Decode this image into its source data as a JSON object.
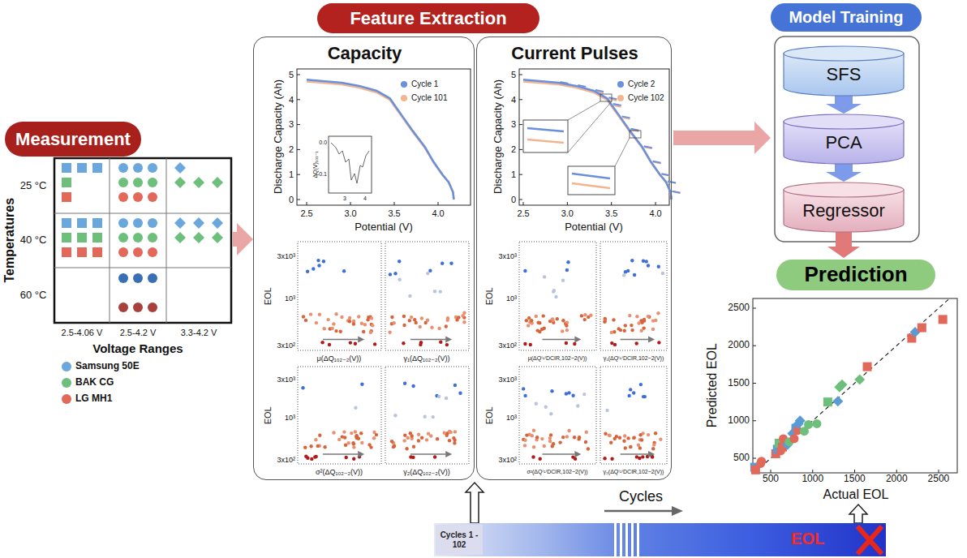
{
  "diagram": {
    "nodes": [
      {
        "text": [
          "Measurement"
        ]
      },
      {
        "text": [
          "Feature Extraction"
        ]
      },
      {
        "text": [
          "Capacity"
        ],
        "in": 1
      },
      {
        "text": [
          "Current Pulses"
        ],
        "in": 1
      },
      {
        "text": [
          "Model Training"
        ]
      },
      {
        "text": [
          "SFS"
        ],
        "in": 4
      },
      {
        "text": [
          "PCA"
        ],
        "in": 4
      },
      {
        "text": [
          "Regressor"
        ],
        "in": 4
      },
      {
        "text": [
          "Prediction"
        ]
      },
      {
        "text": [
          "Cycles 1 - 102",
          "EOL"
        ]
      }
    ],
    "edges": [
      {
        "from": 0,
        "to": 2,
        "arrow": "to"
      },
      {
        "from": 1,
        "to": 4,
        "arrow": "to"
      },
      {
        "from": 5,
        "to": 6,
        "arrow": "to"
      },
      {
        "from": 6,
        "to": 7,
        "arrow": "to"
      },
      {
        "from": 7,
        "to": 8,
        "arrow": "to"
      },
      {
        "from": 9,
        "to": 1,
        "arrow": "to"
      },
      {
        "from": 9,
        "to": 8,
        "arrow": "to"
      }
    ],
    "labels": [
      "25 °C",
      "40 °C",
      "60 °C",
      "Temperatures",
      "2.5-4.06 V",
      "2.5-4.2 V",
      "3.3-4.2 V",
      "Voltage Ranges",
      "5",
      "4",
      "3",
      "2",
      "1",
      "0",
      "2.5",
      "3.0",
      "3.5",
      "4.0",
      "Discharge Capacity (Ah)",
      "Potential (V)",
      "ΔQ(V)₁₀₁₋₁",
      "0.0",
      "-0.1",
      "3",
      "4",
      "EOL",
      "3x10³",
      "10³",
      "3x10²",
      "μ(ΔQ₁₀₂₋₂(V))",
      "γ₁(ΔQ₁₀₂₋₂(V))",
      "EOL",
      "3x10³",
      "10³",
      "3x10²",
      "σ²(ΔQ₁₀₂₋₂(V))",
      "γ₂(ΔQ₁₀₂₋₂(V))",
      "5",
      "4",
      "3",
      "2",
      "1",
      "0",
      "2.5",
      "3.0",
      "3.5",
      "4.0",
      "Discharge Capacity (Ah)",
      "Potential (V)",
      "EOL",
      "3x10³",
      "10³",
      "3x10²",
      "μ(ΔQ⁽¹⁾DCIR,102−2(V))",
      "γ₁(ΔQ⁽¹⁾DCIR,102−2(V))",
      "EOL",
      "3x10³",
      "10³",
      "3x10²",
      "σ²(ΔQ⁽¹⁾DCIR,102−2(V))",
      "γ₂(ΔQ⁽¹⁾DCIR,102−2(V))",
      "Predicted EOL",
      "Actual EOL",
      "2500",
      "2000",
      "1500",
      "1000",
      "500",
      "500",
      "1000",
      "1500",
      "2000",
      "2500",
      "Cycles"
    ],
    "legend": [
      {
        "text": "Samsung 50E",
        "color": "#6aa7dd"
      },
      {
        "text": "BAK CG",
        "color": "#6dbf7b"
      },
      {
        "text": "LG MH1",
        "color": "#e2685a"
      },
      {
        "text": "Cycle 1",
        "color": "#6a8fdc"
      },
      {
        "text": "Cycle 101",
        "color": "#f2b58f"
      },
      {
        "text": "Cycle 2",
        "color": "#6a8fdc"
      },
      {
        "text": "Cycle 102",
        "color": "#f2b58f"
      }
    ]
  }
}
